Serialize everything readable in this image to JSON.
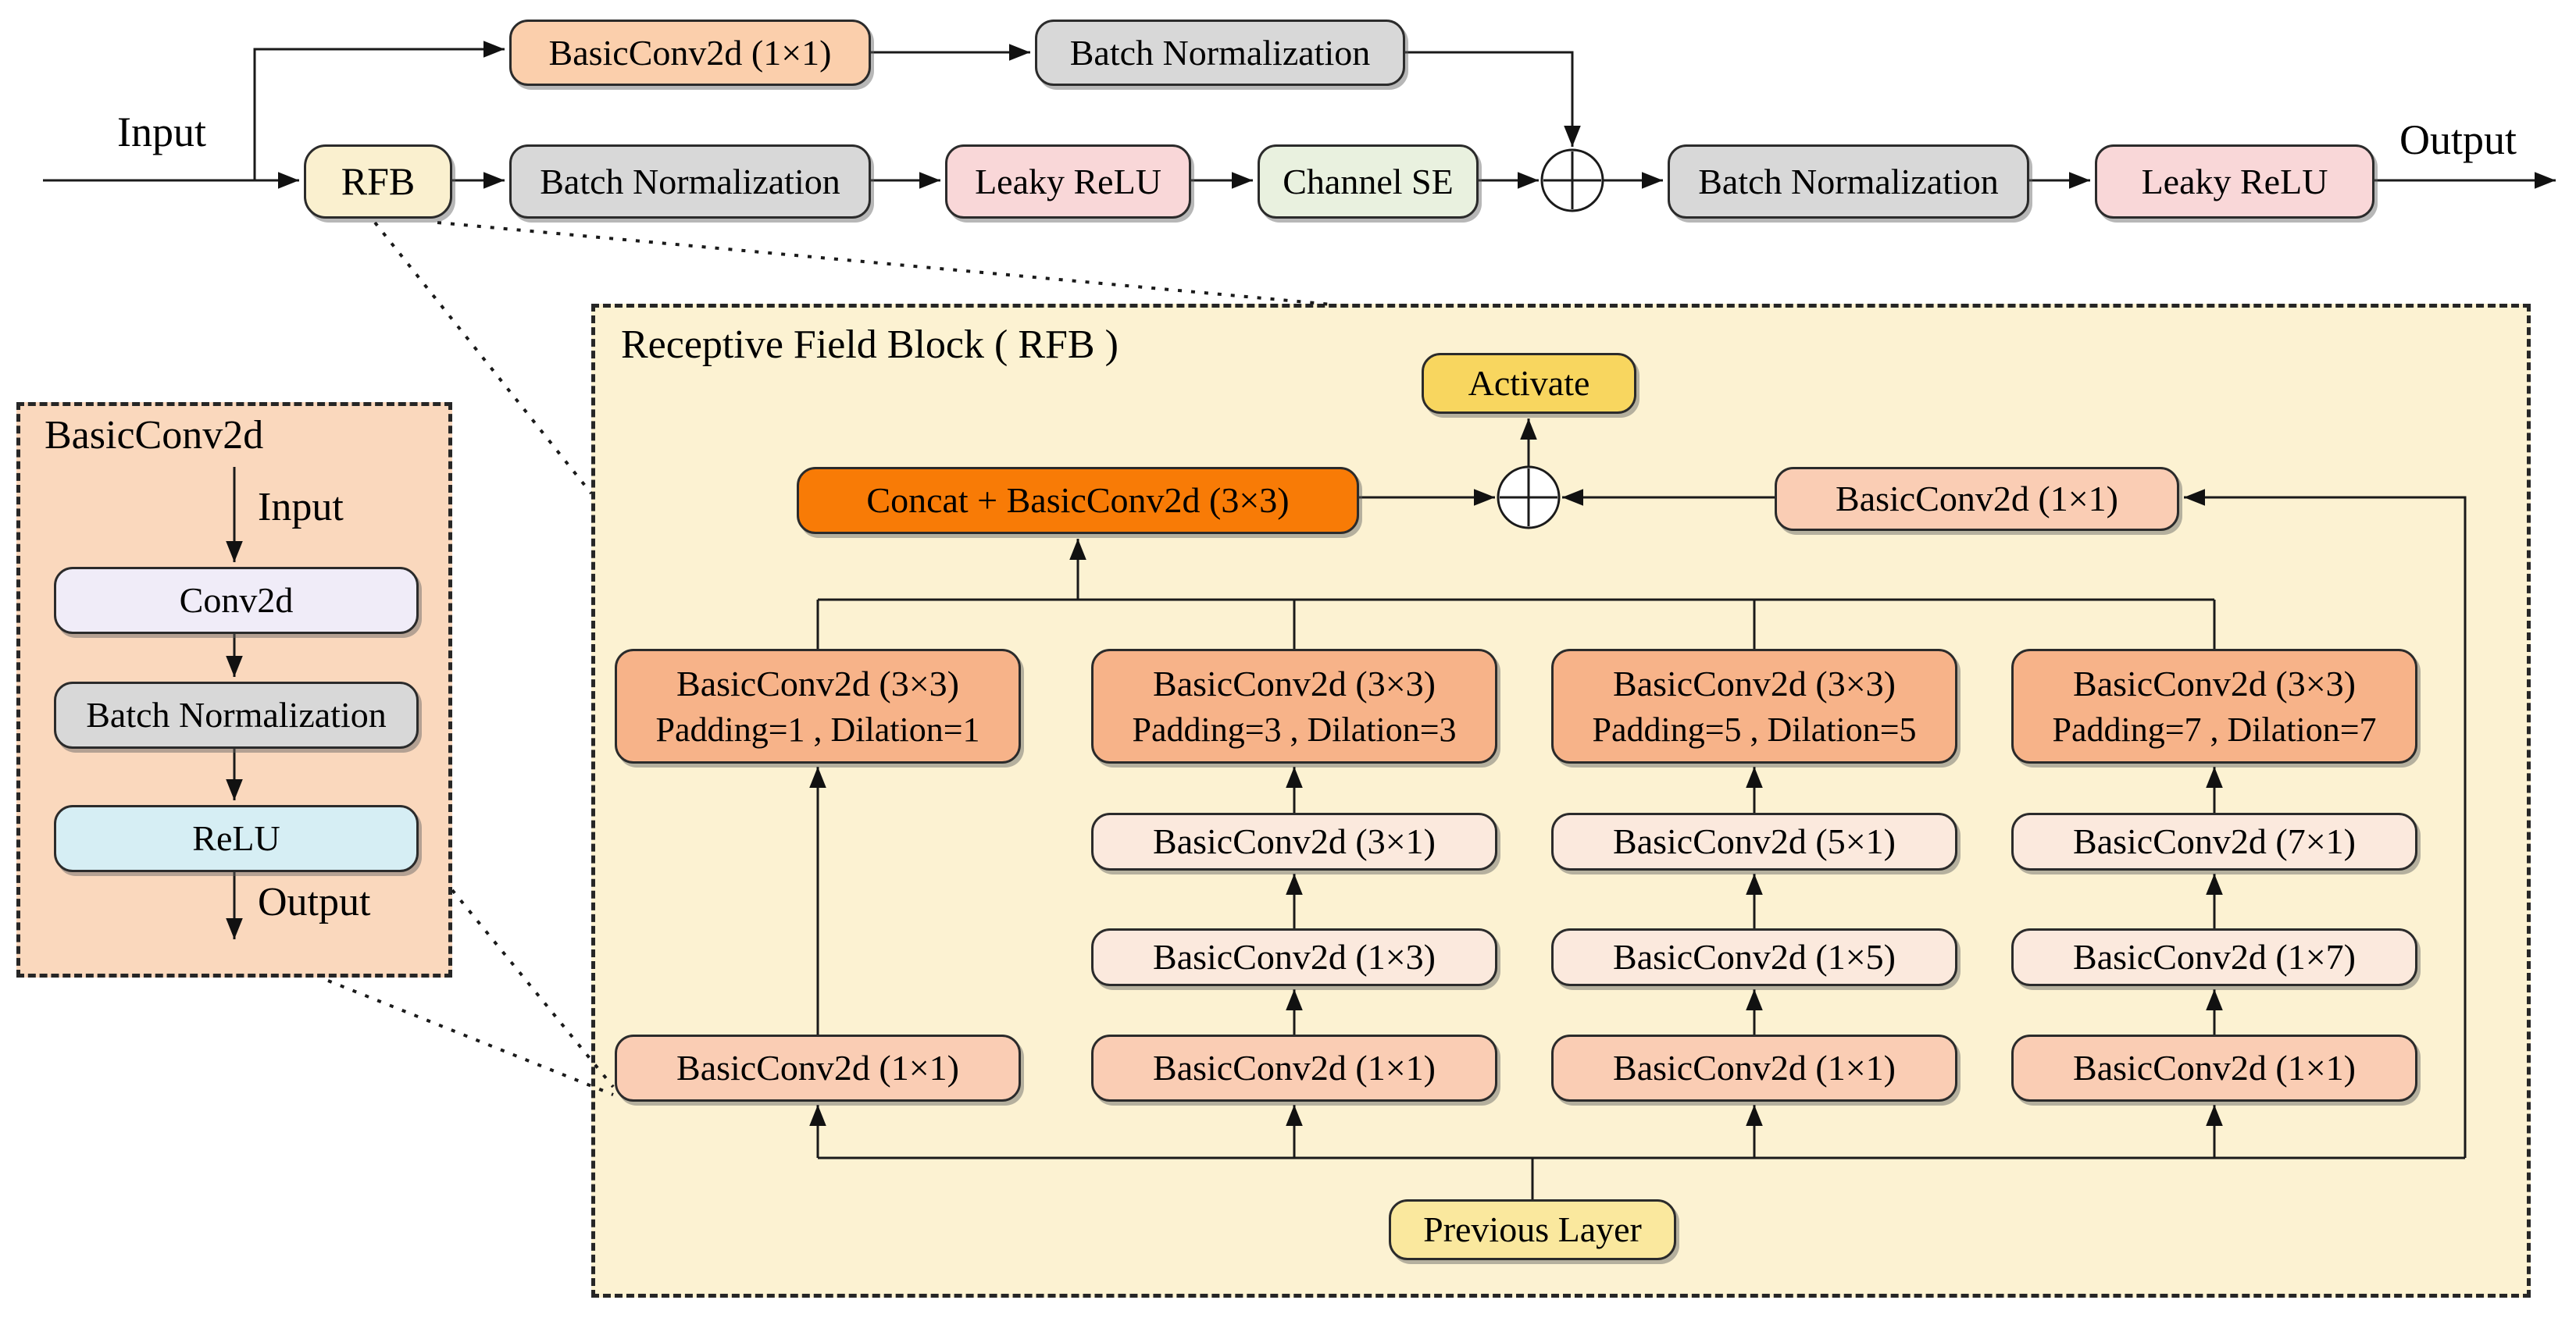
{
  "top_flow": {
    "input_label": "Input",
    "output_label": "Output",
    "skip_conv": "BasicConv2d (1×1)",
    "skip_bn": "Batch Normalization",
    "rfb": "RFB",
    "bn1": "Batch Normalization",
    "leaky_relu1": "Leaky ReLU",
    "channel_se": "Channel SE",
    "bn2": "Batch Normalization",
    "leaky_relu2": "Leaky ReLU"
  },
  "basicconv_detail": {
    "title": "BasicConv2d",
    "input_label": "Input",
    "output_label": "Output",
    "conv2d": "Conv2d",
    "batch_norm": "Batch Normalization",
    "relu": "ReLU"
  },
  "rfb_block": {
    "title": "Receptive Field Block ( RFB )",
    "activate": "Activate",
    "concat": "Concat + BasicConv2d (3×3)",
    "shortcut_conv": "BasicConv2d (1×1)",
    "previous_layer": "Previous Layer",
    "branches": [
      {
        "top": "BasicConv2d (3×3)",
        "top_sub": "Padding=1 , Dilation=1",
        "mid": "",
        "low": "",
        "bottom": "BasicConv2d (1×1)"
      },
      {
        "top": "BasicConv2d (3×3)",
        "top_sub": "Padding=3 , Dilation=3",
        "mid": "BasicConv2d (3×1)",
        "low": "BasicConv2d (1×3)",
        "bottom": "BasicConv2d (1×1)"
      },
      {
        "top": "BasicConv2d (3×3)",
        "top_sub": "Padding=5 , Dilation=5",
        "mid": "BasicConv2d (5×1)",
        "low": "BasicConv2d (1×5)",
        "bottom": "BasicConv2d (1×1)"
      },
      {
        "top": "BasicConv2d (3×3)",
        "top_sub": "Padding=7 , Dilation=7",
        "mid": "BasicConv2d (7×1)",
        "low": "BasicConv2d (1×7)",
        "bottom": "BasicConv2d (1×1)"
      }
    ]
  },
  "colors": {
    "salmon_box": "#FBCFAC",
    "deep_salmon_box": "#F7B389",
    "light_pink_box": "#FBE9DD",
    "gray_box": "#D8D8D8",
    "pink_box": "#F9D7D8",
    "green_box": "#E9F1DF",
    "gold_box": "#F8D65F",
    "yellow_box": "#FAE89E",
    "orange_box": "#F87B06",
    "lavender_box": "#F0ECF8",
    "cyan_box": "#D6EEF4",
    "peach_panel": "#FAD8BD",
    "cream_panel": "#FCF2D2"
  }
}
